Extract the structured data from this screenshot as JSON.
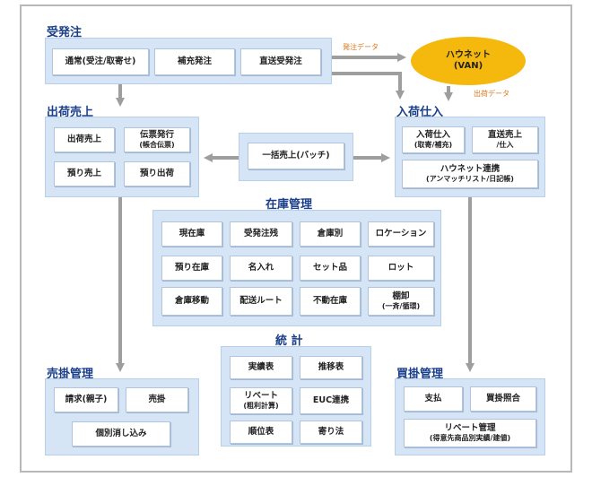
{
  "juhatchu": {
    "title": "受発注",
    "items": [
      "通常(受注/取寄せ)",
      "補充発注",
      "直送受発注"
    ]
  },
  "van": {
    "line1": "ハウネット",
    "line2": "(VAN)",
    "order_label": "発注データ",
    "ship_label": "出荷データ"
  },
  "shukka": {
    "title": "出荷売上",
    "items": [
      {
        "main": "出荷売上",
        "sub": ""
      },
      {
        "main": "伝票発行",
        "sub": "(帳合伝票)"
      },
      {
        "main": "預り売上",
        "sub": ""
      },
      {
        "main": "預り出荷",
        "sub": ""
      }
    ]
  },
  "ikkatsu": {
    "label": "一括売上(バッチ)"
  },
  "nyuka": {
    "title": "入荷仕入",
    "items": [
      {
        "main": "入荷仕入",
        "sub": "(取寄/補充)"
      },
      {
        "main": "直送売上",
        "sub": "/仕入"
      },
      {
        "main": "ハウネット連携",
        "sub": "(アンマッチリスト/日記帳)"
      }
    ]
  },
  "zaiko": {
    "title": "在庫管理",
    "items": [
      {
        "main": "現在庫",
        "sub": ""
      },
      {
        "main": "受発注残",
        "sub": ""
      },
      {
        "main": "倉庫別",
        "sub": ""
      },
      {
        "main": "ロケーション",
        "sub": ""
      },
      {
        "main": "預り在庫",
        "sub": ""
      },
      {
        "main": "名入れ",
        "sub": ""
      },
      {
        "main": "セット品",
        "sub": ""
      },
      {
        "main": "ロット",
        "sub": ""
      },
      {
        "main": "倉庫移動",
        "sub": ""
      },
      {
        "main": "配送ルート",
        "sub": ""
      },
      {
        "main": "不動在庫",
        "sub": ""
      },
      {
        "main": "棚卸",
        "sub": "(一斉/循環)"
      }
    ]
  },
  "toukei": {
    "title": "統 計",
    "items": [
      {
        "main": "実績表",
        "sub": ""
      },
      {
        "main": "推移表",
        "sub": ""
      },
      {
        "main": "リベート",
        "sub": "(粗利計算)"
      },
      {
        "main": "EUC連携",
        "sub": ""
      },
      {
        "main": "順位表",
        "sub": ""
      },
      {
        "main": "寄り法",
        "sub": ""
      }
    ]
  },
  "urikake": {
    "title": "売掛管理",
    "items": [
      "請求(親子)",
      "売掛",
      "個別消し込み"
    ]
  },
  "kaikake": {
    "title": "買掛管理",
    "items": [
      {
        "main": "支払",
        "sub": ""
      },
      {
        "main": "買掛照合",
        "sub": ""
      },
      {
        "main": "リベート管理",
        "sub": "(得意先商品別実績/建値)"
      }
    ]
  },
  "colors": {
    "panel": "#d6e5f5",
    "title": "#1a3f8a",
    "arrow": "#9e9e9e",
    "van": "#f5b80c",
    "label": "#e0771c"
  }
}
